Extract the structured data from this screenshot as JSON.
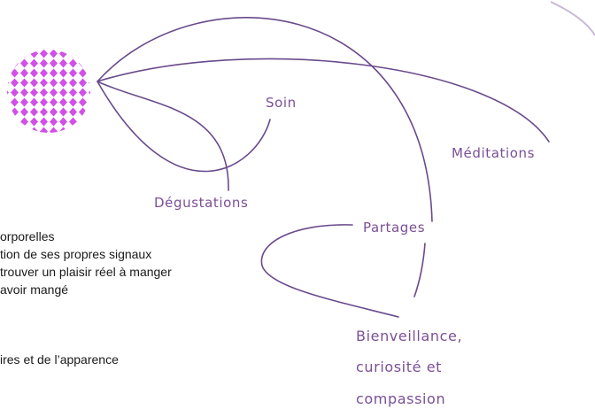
{
  "diagram": {
    "labels": {
      "soin": "Soin",
      "meditations": "Méditations",
      "degustations": "Dégustations",
      "partages": "Partages",
      "bienveillance_1": "Bienveillance,",
      "bienveillance_2": "curiosité et",
      "bienveillance_3": "compassion"
    },
    "colors": {
      "line": "#6a4a8c",
      "label": "#7b4f96",
      "dots": "#d24fe8",
      "corner": "#c9b9d6"
    }
  },
  "text_lines": [
    "orporelles",
    "tion de ses propres signaux",
    "trouver un plaisir réel à manger",
    "avoir mangé",
    "ires et de l’apparence"
  ]
}
